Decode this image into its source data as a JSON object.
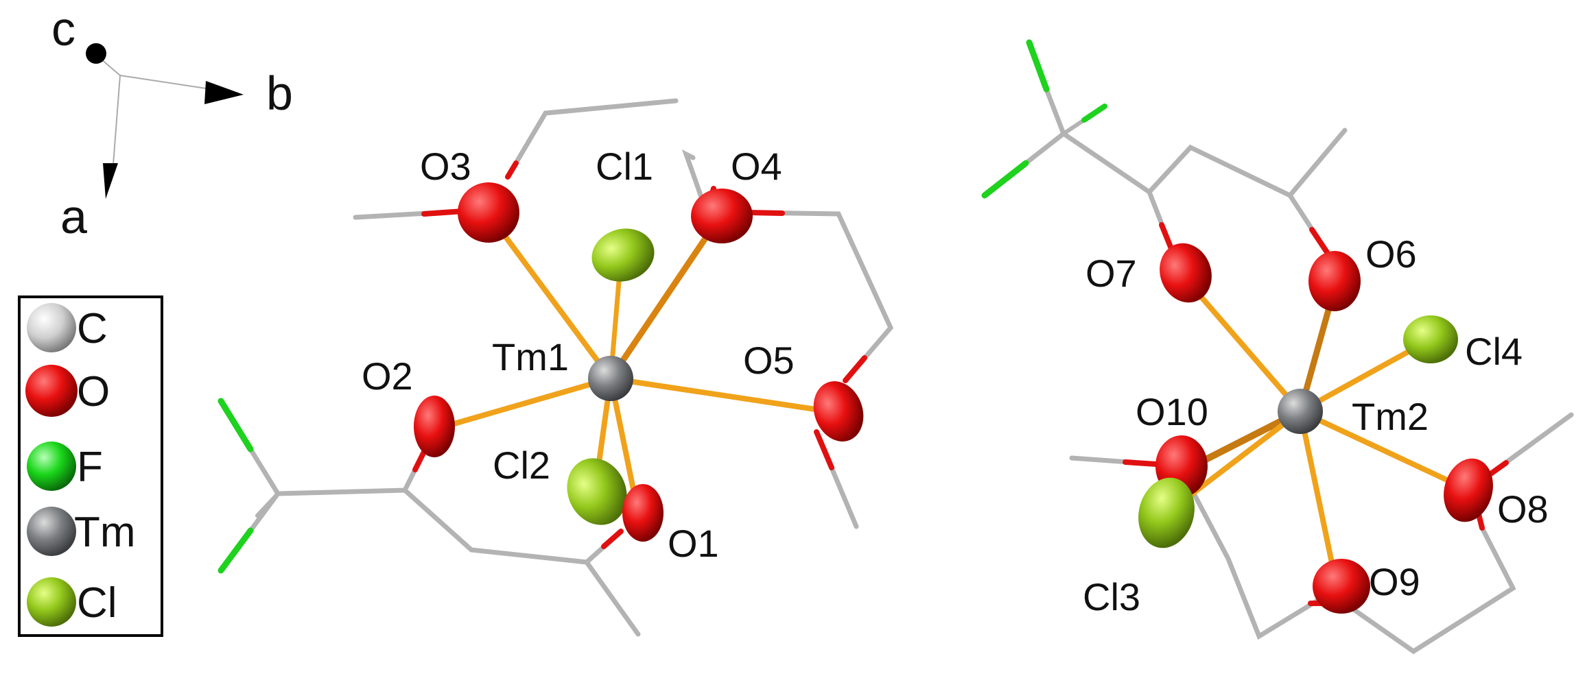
{
  "axes": {
    "labels": {
      "a": "a",
      "b": "b",
      "c": "c"
    }
  },
  "legend": {
    "items": [
      {
        "id": "C",
        "label": "C",
        "color": "#c9c9c9"
      },
      {
        "id": "O",
        "label": "O",
        "color": "#e01010"
      },
      {
        "id": "F",
        "label": "F",
        "color": "#19c91f"
      },
      {
        "id": "Tm",
        "label": "Tm",
        "color": "#7a7d80"
      },
      {
        "id": "Cl",
        "label": "Cl",
        "color": "#8fc31a"
      }
    ]
  },
  "bond_colors": {
    "coordination": "#f0a21a",
    "coordination_dark": "#c57a12",
    "carbon": "#b3b3b3",
    "fluorine": "#1ed21e",
    "oxygen": "#e01010"
  },
  "molecule_1": {
    "atom_labels": {
      "Tm1": "Tm1",
      "O1": "O1",
      "O2": "O2",
      "O3": "O3",
      "O4": "O4",
      "O5": "O5",
      "Cl1": "Cl1",
      "Cl2": "Cl2"
    }
  },
  "molecule_2": {
    "atom_labels": {
      "Tm2": "Tm2",
      "O6": "O6",
      "O7": "O7",
      "O8": "O8",
      "O9": "O9",
      "O10": "O10",
      "Cl3": "Cl3",
      "Cl4": "Cl4"
    }
  }
}
